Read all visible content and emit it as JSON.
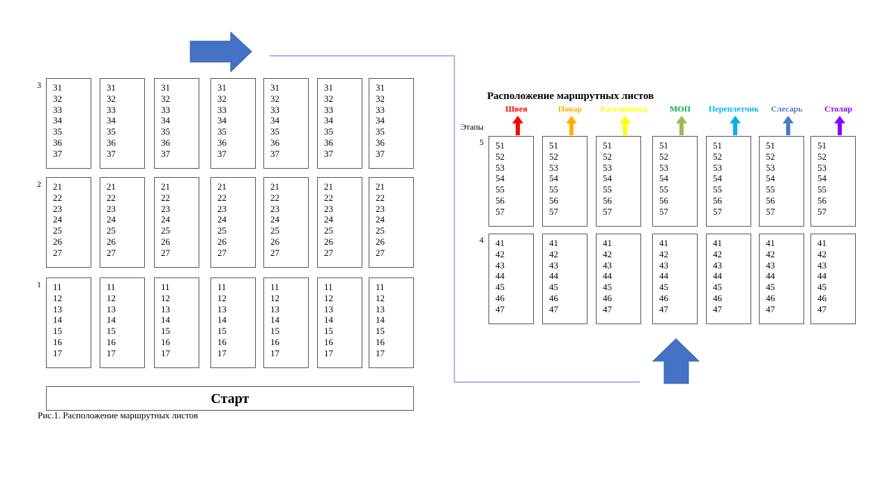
{
  "left_diagram": {
    "rows": [
      {
        "stage": "3",
        "numbers": [
          "31",
          "32",
          "33",
          "34",
          "35",
          "36",
          "37"
        ]
      },
      {
        "stage": "2",
        "numbers": [
          "21",
          "22",
          "23",
          "24",
          "25",
          "26",
          "27"
        ]
      },
      {
        "stage": "1",
        "numbers": [
          "11",
          "12",
          "13",
          "14",
          "15",
          "16",
          "17"
        ]
      }
    ],
    "columns": 7,
    "start_label": "Старт",
    "caption": "Рис.1.  Расположение маршрутных листов"
  },
  "right_diagram": {
    "title": "Расположение маршрутных листов",
    "stages_label": "Этапы",
    "professions": [
      {
        "name": "Швея",
        "color": "#ff0000"
      },
      {
        "name": "Повар",
        "color": "#ffb000"
      },
      {
        "name": "Растениевод",
        "color": "#ffff00"
      },
      {
        "name": "МОП",
        "color": "#00b050",
        "arrow_color": "#9bbb59"
      },
      {
        "name": "Переплетчик",
        "color": "#00b0f0"
      },
      {
        "name": "Слесарь",
        "color": "#4a7ebb"
      },
      {
        "name": "Столяр",
        "color": "#8b00ff"
      }
    ],
    "rows": [
      {
        "stage": "5",
        "numbers": [
          "51",
          "52",
          "53",
          "54",
          "55",
          "56",
          "57"
        ]
      },
      {
        "stage": "4",
        "numbers": [
          "41",
          "42",
          "43",
          "44",
          "45",
          "46",
          "47"
        ]
      }
    ]
  },
  "colors": {
    "flow_arrow": "#4472c4",
    "connector_line": "#5b7fc6",
    "box_border": "#555555"
  }
}
